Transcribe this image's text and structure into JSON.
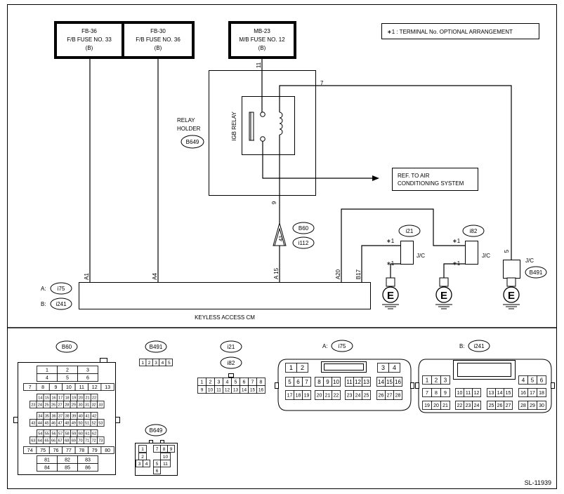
{
  "fuses": [
    {
      "line1": "FB-36",
      "line2": "F/B FUSE NO. 33",
      "line3": "(B)"
    },
    {
      "line1": "FB-30",
      "line2": "F/B FUSE NO. 36",
      "line3": "(B)"
    },
    {
      "line1": "MB-23",
      "line2": "M/B FUSE NO. 12",
      "line3": "(B)"
    }
  ],
  "note": "∗1 : TERMINAL No. OPTIONAL ARRANGEMENT",
  "relay": {
    "name": "IGB RELAY",
    "holder_line1": "RELAY",
    "holder_line2": "HOLDER",
    "holder_conn": "B649",
    "pin_top": "11",
    "pin_bottom": "9",
    "pin_right": "7"
  },
  "ref_box": {
    "line1": "REF. TO AIR",
    "line2": "CONDITIONING SYSTEM"
  },
  "module": {
    "name": "KEYLESS ACCESS CM",
    "conn_a_label": "A:",
    "conn_a": "i75",
    "conn_b_label": "B:",
    "conn_b": "i241",
    "pins": [
      "A1",
      "A4",
      "A 15",
      "A20",
      "B17"
    ]
  },
  "inline_conn": {
    "pin": "43",
    "conn1": "B60",
    "conn2": "i112"
  },
  "grounds": [
    {
      "conn": "i21",
      "jc": "J/C",
      "star": "∗1",
      "symbol": "E"
    },
    {
      "conn": "i82",
      "jc": "J/C",
      "star": "∗1",
      "symbol": "E"
    },
    {
      "conn": "B491",
      "jc": "J/C",
      "pin": "5",
      "symbol": "E"
    }
  ],
  "connectors": {
    "b60": {
      "name": "B60",
      "rows": [
        [
          "1",
          "2",
          "3"
        ],
        [
          "4",
          "5",
          "6"
        ],
        [
          "7",
          "8",
          "9",
          "10",
          "11",
          "12",
          "13"
        ],
        [
          "14",
          "15",
          "16",
          "17",
          "18",
          "19",
          "20",
          "21",
          "22"
        ],
        [
          "23",
          "24",
          "25",
          "26",
          "27",
          "28",
          "29",
          "30",
          "31",
          "32",
          "33"
        ],
        [
          "34",
          "35",
          "36",
          "37",
          "38",
          "39",
          "40",
          "41",
          "42"
        ],
        [
          "43",
          "44",
          "45",
          "46",
          "47",
          "48",
          "49",
          "50",
          "51",
          "52",
          "53"
        ],
        [
          "54",
          "55",
          "56",
          "57",
          "58",
          "59",
          "60",
          "61",
          "62"
        ],
        [
          "63",
          "64",
          "65",
          "66",
          "67",
          "68",
          "69",
          "70",
          "71",
          "72",
          "73"
        ],
        [
          "74",
          "75",
          "76",
          "77",
          "78",
          "79",
          "80"
        ],
        [
          "81",
          "82",
          "83"
        ],
        [
          "84",
          "85",
          "86"
        ]
      ]
    },
    "b491": {
      "name": "B491",
      "rows": [
        [
          "1",
          "2",
          "3",
          "4",
          "5"
        ]
      ]
    },
    "i21": {
      "name": "i21",
      "name2": "i82",
      "rows": [
        [
          "1",
          "2",
          "3",
          "4",
          "5",
          "6",
          "7",
          "8"
        ],
        [
          "9",
          "10",
          "11",
          "12",
          "13",
          "14",
          "15",
          "16"
        ]
      ]
    },
    "b649": {
      "name": "B649",
      "pins": [
        "1",
        "7",
        "8",
        "9",
        "2",
        "10",
        "3",
        "4",
        "5",
        "11",
        "6"
      ]
    },
    "i75": {
      "prefix": "A:",
      "name": "i75",
      "rows": [
        [
          "1",
          "2",
          "3",
          "4"
        ],
        [
          "5",
          "6",
          "7",
          "8",
          "9",
          "10",
          "11",
          "12",
          "13",
          "14",
          "15",
          "16"
        ],
        [
          "17",
          "18",
          "19",
          "20",
          "21",
          "22",
          "23",
          "24",
          "25",
          "26",
          "27",
          "28"
        ]
      ]
    },
    "i241": {
      "prefix": "B:",
      "name": "i241",
      "rows": [
        [
          "4",
          "5",
          "6"
        ],
        [
          "1",
          "2",
          "3"
        ],
        [
          "7",
          "8",
          "9",
          "10",
          "11",
          "12",
          "13",
          "14",
          "15",
          "16",
          "17",
          "18"
        ],
        [
          "19",
          "20",
          "21",
          "22",
          "23",
          "24",
          "25",
          "26",
          "27",
          "28",
          "29",
          "30"
        ]
      ]
    }
  },
  "figure_id": "SL-11939"
}
